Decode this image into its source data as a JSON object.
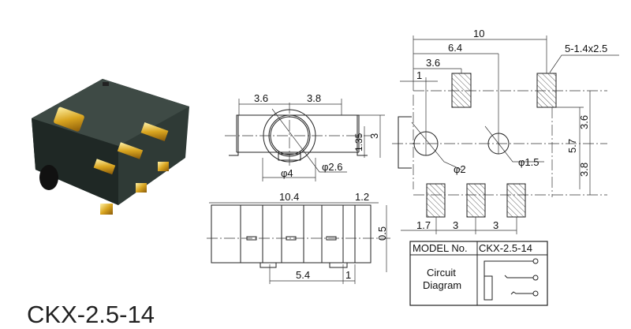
{
  "title": "CKX-2.5-14",
  "front_view": {
    "dim_left": "3.6",
    "dim_right": "3.8",
    "dim_height": "3",
    "dim_small_height": "1.35",
    "dim_dia_outer": "φ4",
    "dim_dia_inner": "φ2.6"
  },
  "side_view": {
    "dim_length": "10.4",
    "dim_tab": "1.2",
    "dim_offset": "0.5",
    "dim_pin_spacing": "5.4",
    "dim_pin_width": "1"
  },
  "top_view": {
    "dim_total": "10",
    "dim_small_hole": "6.4",
    "dim_pad": "3.6",
    "dim_edge": "1",
    "pad_note": "5-1.4x2.5",
    "dim_upper": "3.6",
    "dim_span": "5.7",
    "dim_lower": "3.8",
    "dim_hole_large": "φ2",
    "dim_hole_small": "φ1.5",
    "dim_bottom_1": "1.7",
    "dim_bottom_2": "3",
    "dim_bottom_3": "3"
  },
  "table": {
    "model_label": "MODEL No.",
    "model_value": "CKX-2.5-14",
    "circuit_label_1": "Circuit",
    "circuit_label_2": "Diagram"
  }
}
